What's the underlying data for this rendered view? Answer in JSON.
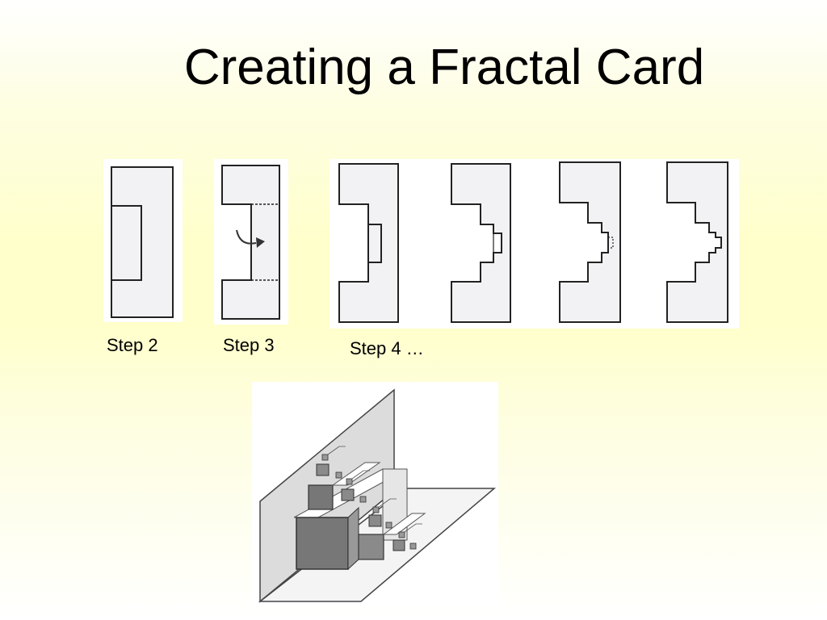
{
  "title": "Creating a Fractal Card",
  "steps": [
    {
      "label": "Step 2"
    },
    {
      "label": "Step 3"
    },
    {
      "label": "Step 4 …"
    }
  ],
  "colors": {
    "background_top": "#ffffff",
    "background_mid": "#ffffcc",
    "card_fill": "#f2f2f4",
    "outline": "#222222",
    "square_dark": "#777777",
    "square_light": "#8a8a8a"
  },
  "icons": {
    "fold_arrow": "curved-arrow-icon"
  }
}
